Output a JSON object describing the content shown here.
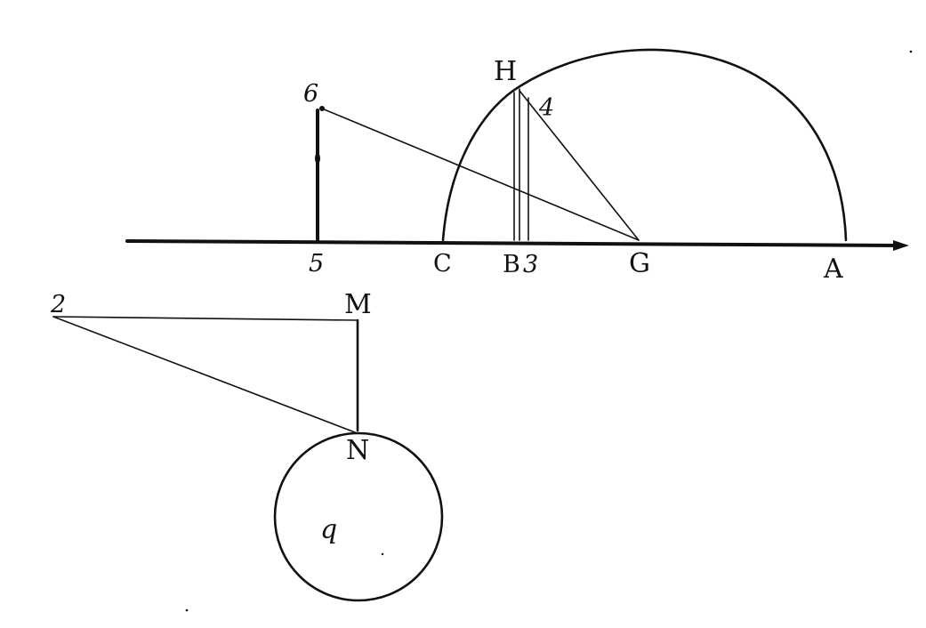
{
  "labels": {
    "H": "H",
    "four": "4",
    "six": "6",
    "five": "5",
    "C": "C",
    "B": "B",
    "three": "3",
    "G": "G",
    "A": "A",
    "two": "2",
    "M": "M",
    "N": "N",
    "q": "q"
  },
  "colors": {
    "ink": "#111111",
    "paper": "#ffffff"
  }
}
